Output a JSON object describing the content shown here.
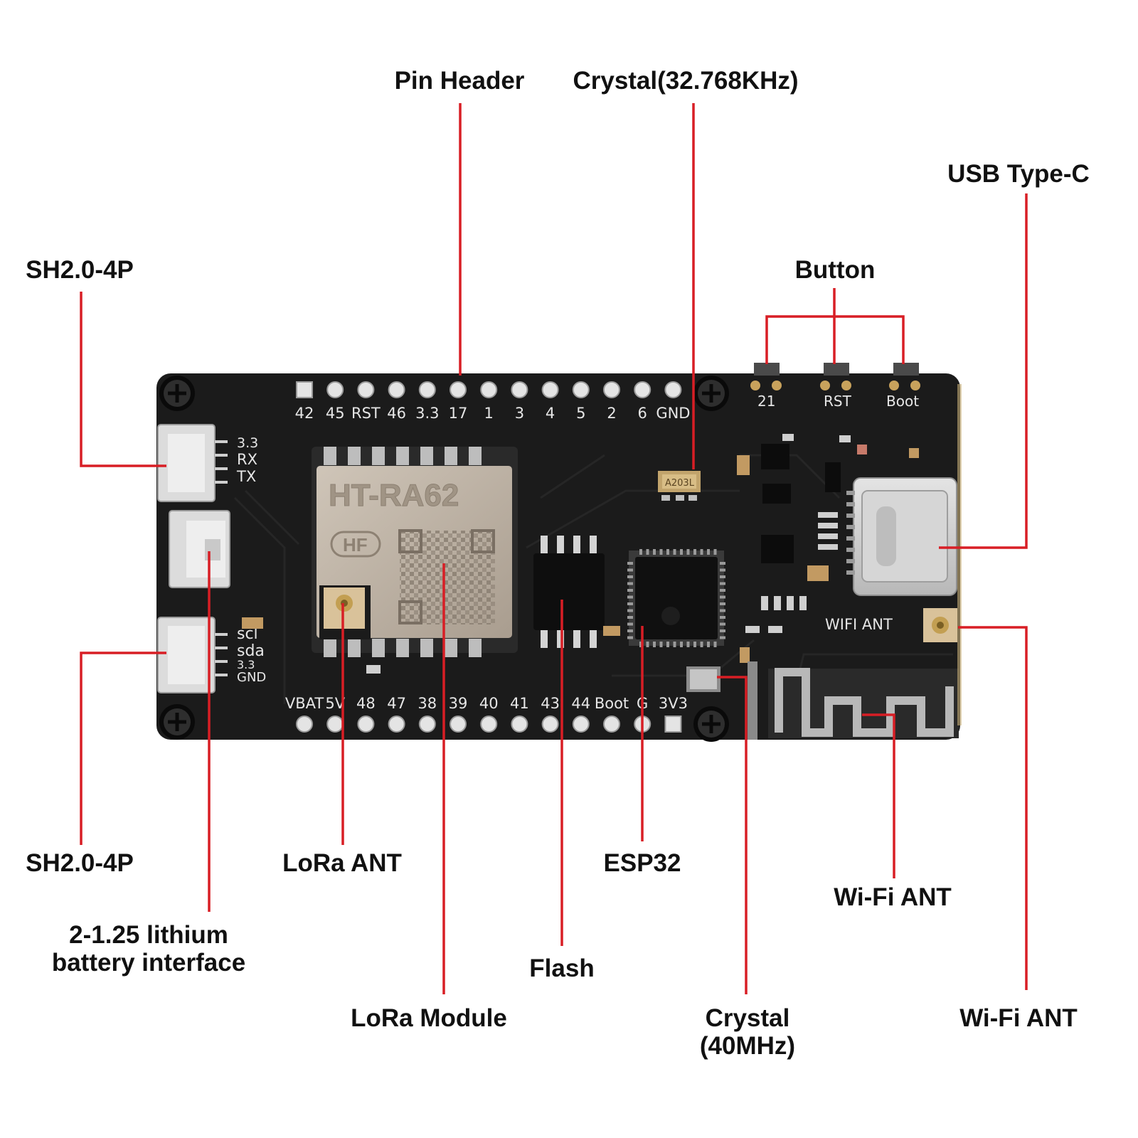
{
  "callouts": {
    "pin_header": "Pin Header",
    "crystal_32k": "Crystal(32.768KHz)",
    "usb_type_c": "USB Type-C",
    "button": "Button",
    "sh20_top": "SH2.0-4P",
    "sh20_bottom": "SH2.0-4P",
    "battery_line1": "2-1.25 lithium",
    "battery_line2": "battery interface",
    "lora_ant": "LoRa ANT",
    "lora_module": "LoRa Module",
    "flash": "Flash",
    "esp32": "ESP32",
    "crystal_40m_line1": "Crystal",
    "crystal_40m_line2": "(40MHz)",
    "wifi_ant_pcb": "Wi-Fi ANT",
    "wifi_ant_ipex": "Wi-Fi ANT"
  },
  "board": {
    "top_pins": [
      "42",
      "45",
      "RST",
      "46",
      "3.3",
      "17",
      "1",
      "3",
      "4",
      "5",
      "2",
      "6",
      "GND"
    ],
    "bottom_pins": [
      "VBAT",
      "5V",
      "48",
      "47",
      "38",
      "39",
      "40",
      "41",
      "43",
      "44",
      "Boot",
      "G",
      "3V3"
    ],
    "buttons": [
      "21",
      "RST",
      "Boot"
    ],
    "uart_labels": [
      "3.3",
      "RX",
      "TX"
    ],
    "i2c_labels": [
      "scl",
      "sda",
      "3.3",
      "GND"
    ],
    "module_name": "HT-RA62",
    "module_badge": "HF",
    "crystal_marking": "A203L",
    "wifi_ant_silk": "WIFI ANT"
  },
  "colors": {
    "leader": "#d81e25",
    "pcb": "#1b1b1b",
    "shield": "#b9ad9f",
    "copper": "#c7a776"
  }
}
